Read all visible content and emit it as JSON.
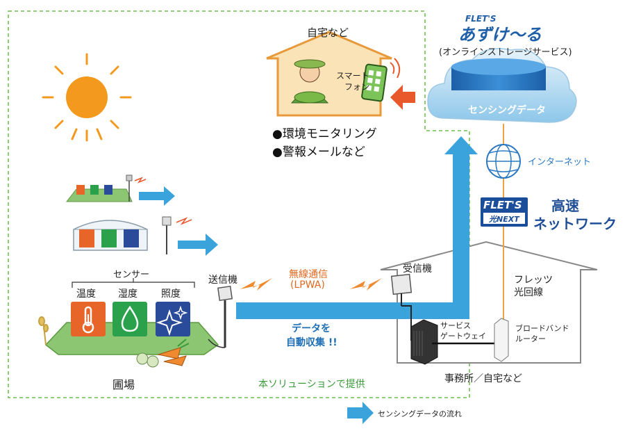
{
  "storage": {
    "brand": "FLET'S",
    "name": "あずけ〜る",
    "subtitle": "(オンラインストレージサービス)",
    "cloud_label": "センシングデータ"
  },
  "home": {
    "title": "自宅など",
    "phone_label_1": "スマート",
    "phone_label_2": "フォン",
    "bullets": [
      "●環境モニタリング",
      "●警報メールなど"
    ]
  },
  "network": {
    "internet_label": "インターネット",
    "flets_brand": "FLET'S",
    "flets_sub": "光NEXT",
    "highspeed_1": "高速",
    "highspeed_2": "ネットワーク"
  },
  "field": {
    "sensor_group_label": "センサー",
    "sensors": [
      "温度",
      "湿度",
      "照度"
    ],
    "transmitter_label": "送信機",
    "field_label": "圃場"
  },
  "wireless": {
    "label_1": "無線通信",
    "label_2": "(LPWA)",
    "collect_1": "データを",
    "collect_2": "自動収集 !!"
  },
  "office": {
    "receiver_label": "受信機",
    "fiber_1": "フレッツ",
    "fiber_2": "光回線",
    "gateway_1": "サービス",
    "gateway_2": "ゲートウェイ",
    "router_1": "ブロードバンド",
    "router_2": "ルーター",
    "office_label": "事務所／自宅など"
  },
  "solution_label": "本ソリューションで提供",
  "legend": {
    "label": "センシングデータの流れ"
  },
  "colors": {
    "flow_blue": "#3ba3dc",
    "dash_green": "#6cbf4f",
    "temp_orange": "#e8652a",
    "humid_green": "#2aa14a",
    "light_navy": "#2a4a9a",
    "arrow_orange": "#e8582a",
    "fiber_orange": "#f0a040",
    "field_green": "#8cc672"
  }
}
